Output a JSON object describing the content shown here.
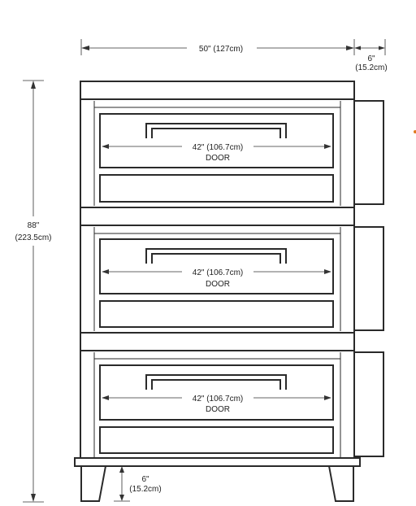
{
  "dimensions": {
    "width_total": "50\" (127cm)",
    "side_depth_top": "6\"",
    "side_depth_bottom": "(15.2cm)",
    "height_total_top": "88\"",
    "height_total_bottom": "(223.5cm)",
    "leg_height_top": "6\"",
    "leg_height_bottom": "(15.2cm)"
  },
  "decks": [
    {
      "door_width": "42\" (106.7cm)",
      "door_label": "DOOR"
    },
    {
      "door_width": "42\" (106.7cm)",
      "door_label": "DOOR"
    },
    {
      "door_width": "42\" (106.7cm)",
      "door_label": "DOOR"
    }
  ]
}
